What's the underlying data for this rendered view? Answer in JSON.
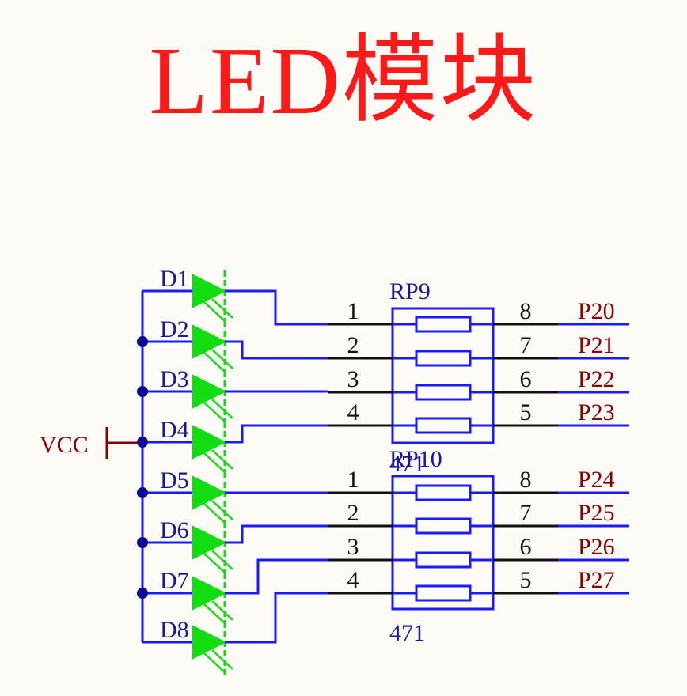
{
  "title": "LED模块",
  "power_label": "VCC",
  "leds": [
    "D1",
    "D2",
    "D3",
    "D4",
    "D5",
    "D6",
    "D7",
    "D8"
  ],
  "resistor_packs": [
    {
      "ref": "RP9",
      "value": "471",
      "left_pins": [
        "1",
        "2",
        "3",
        "4"
      ],
      "right_pins": [
        "8",
        "7",
        "6",
        "5"
      ],
      "nets": [
        "P20",
        "P21",
        "P22",
        "P23"
      ]
    },
    {
      "ref": "RP10",
      "value": "471",
      "left_pins": [
        "1",
        "2",
        "3",
        "4"
      ],
      "right_pins": [
        "8",
        "7",
        "6",
        "5"
      ],
      "nets": [
        "P24",
        "P25",
        "P26",
        "P27"
      ]
    }
  ],
  "colors": {
    "title": "#ff1a1a",
    "wire": "#1a1aff",
    "led": "#11dd11",
    "net_label": "#8b0000",
    "junction": "#0a0a99"
  }
}
